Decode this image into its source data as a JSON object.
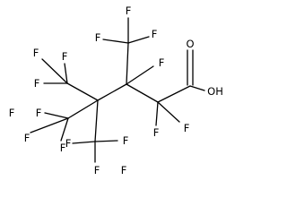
{
  "molecule": {
    "atoms": [
      {
        "id": "F",
        "label": "F"
      },
      {
        "id": "O",
        "label": "O"
      },
      {
        "id": "OH",
        "label": "OH"
      }
    ],
    "labels": {
      "f1": "F",
      "f2": "F",
      "f3": "F",
      "f4": "F",
      "f5": "F",
      "f6": "F",
      "f7": "F",
      "f8": "F",
      "f9": "F",
      "f10": "F",
      "f11": "F",
      "f12": "F",
      "f13": "F",
      "f14": "F",
      "f15": "F",
      "f16": "F",
      "f17": "F",
      "o": "O",
      "oh": "OH"
    },
    "colors": {
      "bond": "#000000",
      "text": "#000000",
      "background": "#ffffff"
    }
  }
}
